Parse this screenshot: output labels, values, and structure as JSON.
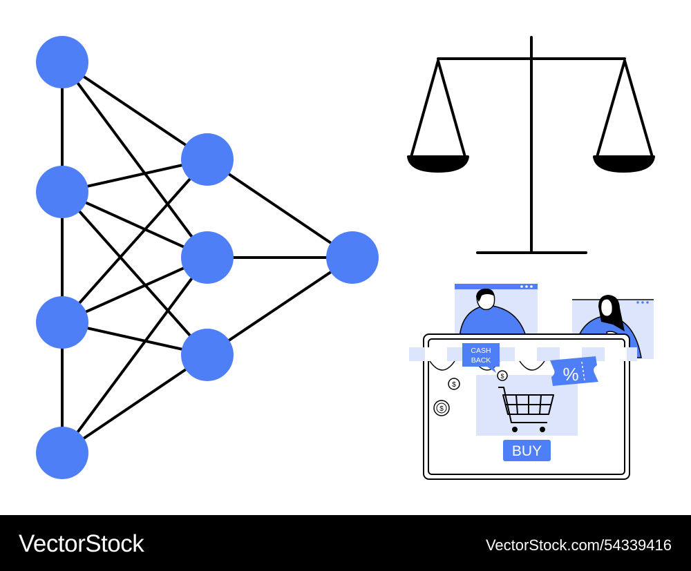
{
  "shop": {
    "badge_line1": "CASH",
    "badge_line2": "BACK",
    "coupon_symbol": "%",
    "buy_label": "BUY"
  },
  "footer": {
    "brand": "VectorStock",
    "image_id": "VectorStock.com/54339416"
  },
  "colors": {
    "accent": "#4f7ff7",
    "light_accent": "#dce5fb",
    "ink": "#000000",
    "footer_bg": "#000000"
  }
}
